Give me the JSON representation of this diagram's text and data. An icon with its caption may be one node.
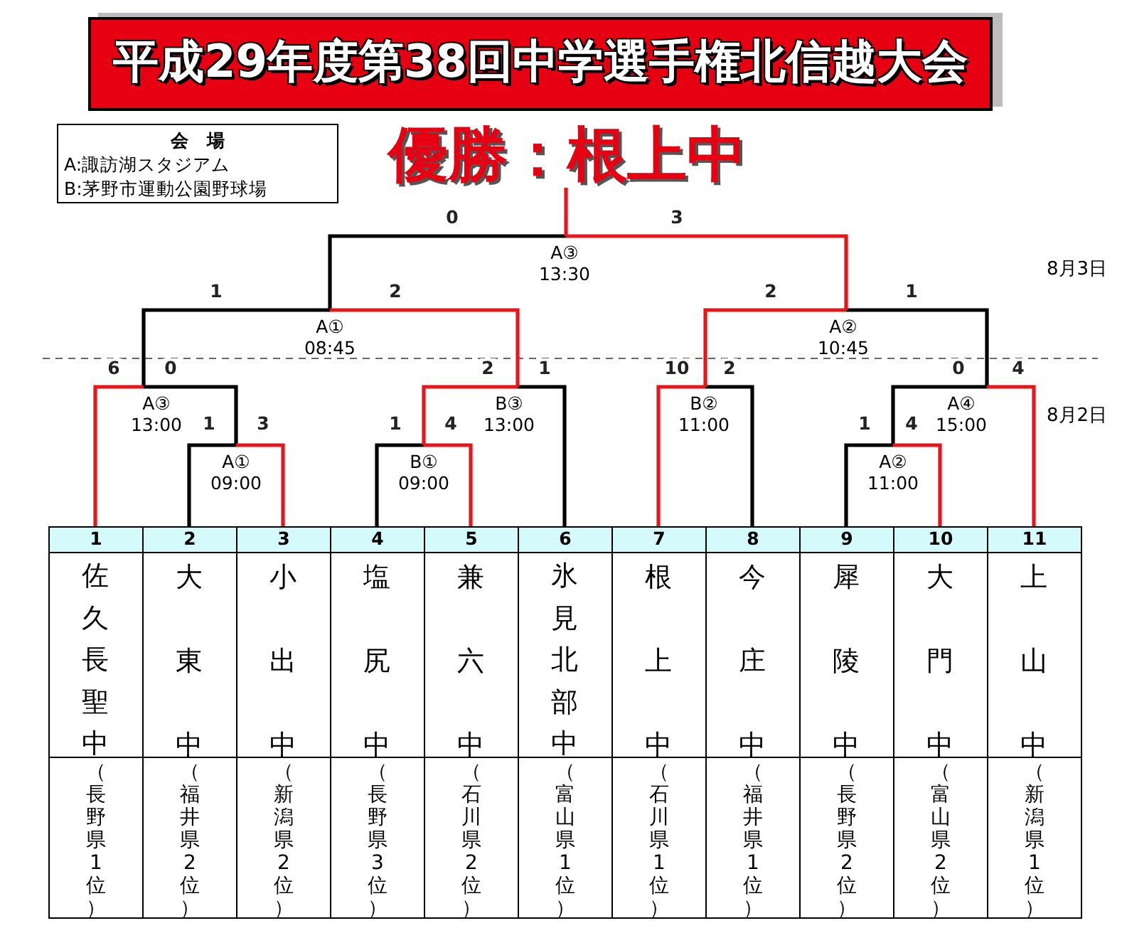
{
  "diagram": {
    "title": "平成29年度第38回中学選手権北信越大会",
    "nodes": [
      {
        "text": [
          "会場",
          "A:諏訪湖スタジアム",
          "B:茅野市運動公園野球場"
        ]
      },
      {
        "text": [
          "優勝：根上中"
        ]
      },
      {
        "text": [
          "A③",
          "13:30"
        ]
      },
      {
        "text": [
          "A①",
          "08:45"
        ]
      },
      {
        "text": [
          "A②",
          "10:45"
        ]
      },
      {
        "text": [
          "A③",
          "13:00"
        ]
      },
      {
        "text": [
          "B③",
          "13:00"
        ]
      },
      {
        "text": [
          "B②",
          "11:00"
        ]
      },
      {
        "text": [
          "A④",
          "15:00"
        ]
      },
      {
        "text": [
          "A①",
          "09:00"
        ]
      },
      {
        "text": [
          "B①",
          "09:00"
        ]
      },
      {
        "text": [
          "A②",
          "11:00"
        ]
      },
      {
        "text": [
          "1",
          "佐久長聖中",
          "（長野県1位）"
        ]
      },
      {
        "text": [
          "2",
          "大東中",
          "（福井県2位）"
        ]
      },
      {
        "text": [
          "3",
          "小出中",
          "（新潟県2位）"
        ]
      },
      {
        "text": [
          "4",
          "塩尻中",
          "（長野県3位）"
        ]
      },
      {
        "text": [
          "5",
          "兼六中",
          "（石川県2位）"
        ]
      },
      {
        "text": [
          "6",
          "氷見北部中",
          "（富山県1位）"
        ]
      },
      {
        "text": [
          "7",
          "根上中",
          "（石川県1位）"
        ]
      },
      {
        "text": [
          "8",
          "今庄中",
          "（福井県1位）"
        ]
      },
      {
        "text": [
          "9",
          "犀陵中",
          "（長野県2位）"
        ]
      },
      {
        "text": [
          "10",
          "大門中",
          "（富山県2位）"
        ]
      },
      {
        "text": [
          "11",
          "上山中",
          "（新潟県1位）"
        ]
      }
    ],
    "edges": [
      {
        "from": 12,
        "to": 5,
        "arrow": "none",
        "label": "6"
      },
      {
        "from": 9,
        "to": 5,
        "arrow": "none",
        "label": "0",
        "color": "#000000"
      },
      {
        "from": 13,
        "to": 9,
        "arrow": "none",
        "label": "1",
        "color": "#000000"
      },
      {
        "from": 14,
        "to": 9,
        "arrow": "none",
        "label": "3"
      },
      {
        "from": 15,
        "to": 10,
        "arrow": "none",
        "label": "1",
        "color": "#000000"
      },
      {
        "from": 16,
        "to": 10,
        "arrow": "none",
        "label": "4"
      },
      {
        "from": 10,
        "to": 6,
        "arrow": "none",
        "label": "2"
      },
      {
        "from": 17,
        "to": 6,
        "arrow": "none",
        "label": "1",
        "color": "#000000"
      },
      {
        "from": 5,
        "to": 3,
        "arrow": "none",
        "label": "1",
        "color": "#000000"
      },
      {
        "from": 6,
        "to": 3,
        "arrow": "none",
        "label": "2"
      },
      {
        "from": 18,
        "to": 7,
        "arrow": "none",
        "label": "10"
      },
      {
        "from": 19,
        "to": 7,
        "arrow": "none",
        "label": "2",
        "color": "#000000"
      },
      {
        "from": 20,
        "to": 11,
        "arrow": "none",
        "label": "1",
        "color": "#000000"
      },
      {
        "from": 21,
        "to": 11,
        "arrow": "none",
        "label": "4"
      },
      {
        "from": 11,
        "to": 8,
        "arrow": "none",
        "label": "0",
        "color": "#000000"
      },
      {
        "from": 22,
        "to": 8,
        "arrow": "none",
        "label": "4"
      },
      {
        "from": 7,
        "to": 4,
        "arrow": "none",
        "label": "2"
      },
      {
        "from": 8,
        "to": 4,
        "arrow": "none",
        "label": "1",
        "color": "#000000"
      },
      {
        "from": 3,
        "to": 2,
        "arrow": "none",
        "label": "0",
        "color": "#000000"
      },
      {
        "from": 4,
        "to": 2,
        "arrow": "none",
        "label": "3"
      },
      {
        "from": 2,
        "to": 1,
        "arrow": "none"
      }
    ],
    "labels": [
      "8月3日",
      "8月2日"
    ]
  }
}
